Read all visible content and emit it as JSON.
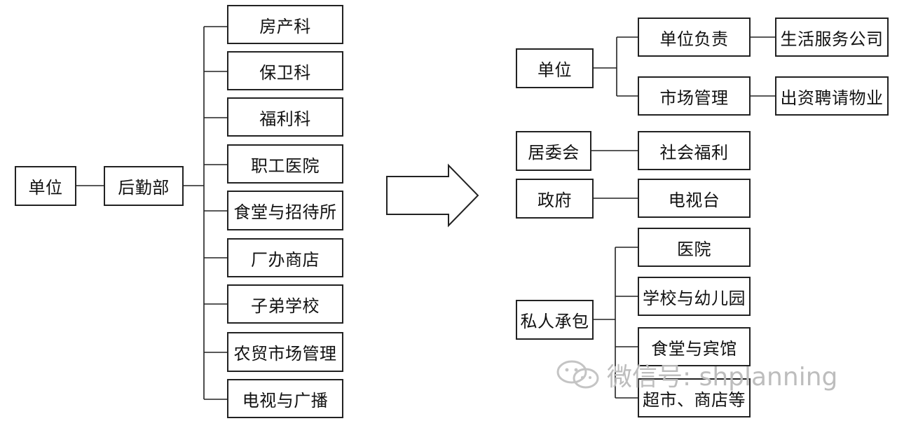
{
  "left": {
    "root": "单位",
    "middle": "后勤部",
    "children": [
      "房产科",
      "保卫科",
      "福利科",
      "职工医院",
      "食堂与招待所",
      "厂办商店",
      "子弟学校",
      "农贸市场管理",
      "电视与广播"
    ]
  },
  "right": {
    "unit": {
      "label": "单位",
      "branches": [
        {
          "label": "单位负责",
          "target": "生活服务公司"
        },
        {
          "label": "市场管理",
          "target": "出资聘请物业"
        }
      ]
    },
    "committee": {
      "label": "居委会",
      "target": "社会福利"
    },
    "government": {
      "label": "政府",
      "target": "电视台"
    },
    "private": {
      "label": "私人承包",
      "children": [
        "医院",
        "学校与幼儿园",
        "食堂与宾馆",
        "超市、商店等"
      ]
    }
  },
  "watermark": {
    "text": "微信号: shplanning",
    "icon": "wechat-icon"
  }
}
